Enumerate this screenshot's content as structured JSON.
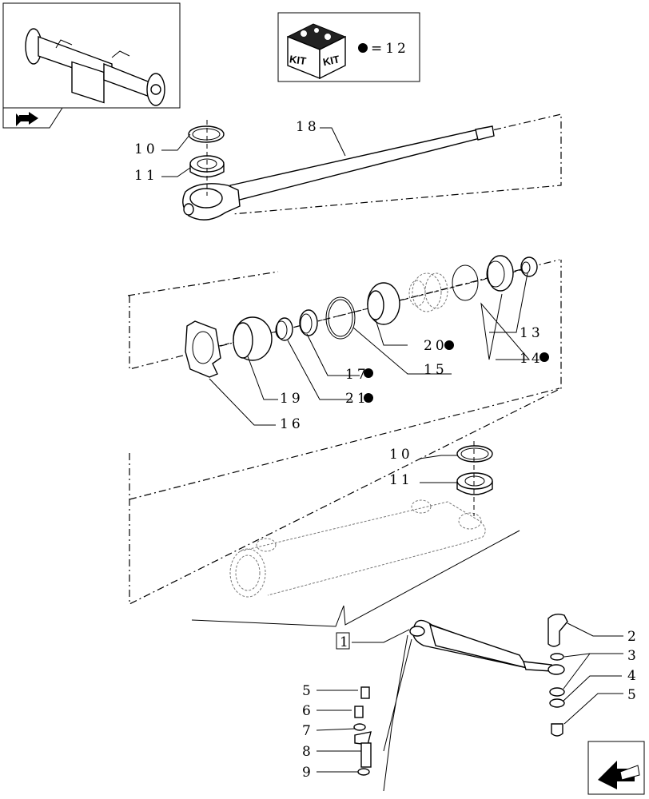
{
  "kit_legend": {
    "kit_text_left": "KIT",
    "kit_text_right": "KIT",
    "equals_text": "=12"
  },
  "callouts": {
    "c10_top": "10",
    "c11_top": "11",
    "c18": "18",
    "c13": "13",
    "c14": "14",
    "c20": "20",
    "c15": "15",
    "c17": "17",
    "c21": "21",
    "c19": "19",
    "c16": "16",
    "c10_mid": "10",
    "c11_mid": "11",
    "c1": "1",
    "c2": "2",
    "c3": "3",
    "c4": "4",
    "c5_right": "5",
    "c5_left": "5",
    "c6": "6",
    "c7": "7",
    "c8": "8",
    "c9": "9"
  },
  "icons": {
    "thumbnail": "axle-thumbnail-icon",
    "nav_top": "back-arrow-icon",
    "nav_bottom": "next-page-arrow-icon"
  }
}
